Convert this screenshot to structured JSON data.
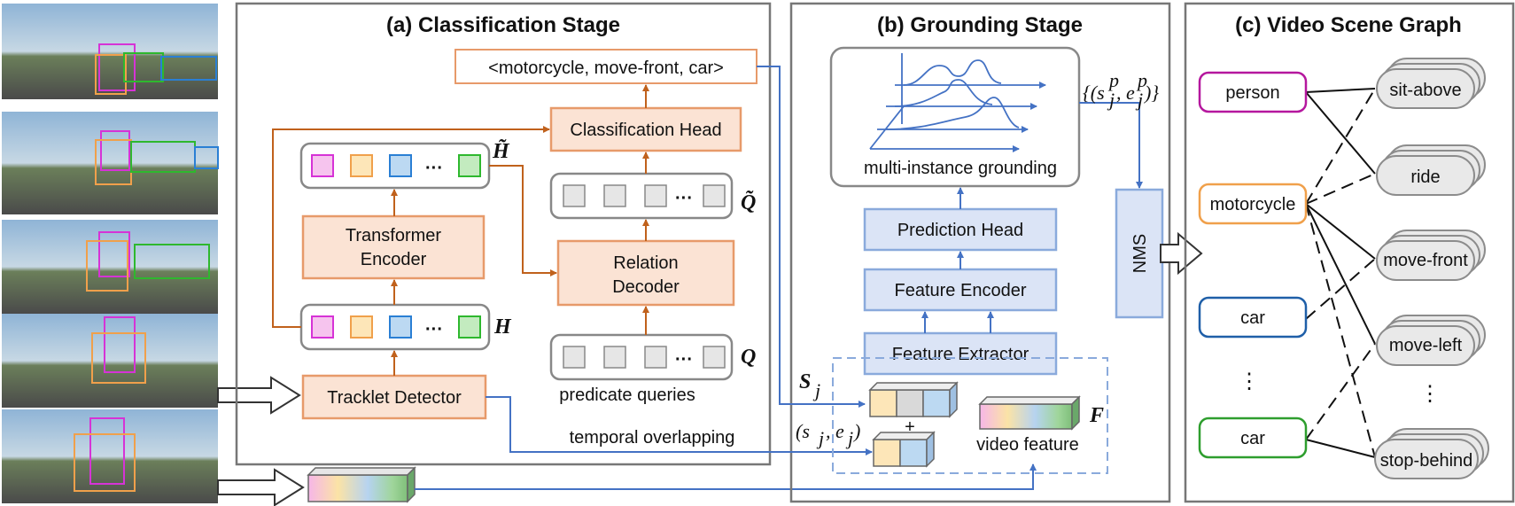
{
  "panels": {
    "classification": {
      "title": "(a) Classification Stage"
    },
    "grounding": {
      "title": "(b) Grounding Stage"
    },
    "scene_graph": {
      "title": "(c) Video Scene Graph"
    }
  },
  "classification": {
    "triplet": "<motorcycle, move-front, car>",
    "head": "Classification Head",
    "encoder_line1": "Transformer",
    "encoder_line2": "Encoder",
    "decoder_line1": "Relation",
    "decoder_line2": "Decoder",
    "tracklet_detector": "Tracklet Detector",
    "predicate_queries": "predicate queries",
    "temporal_overlapping": "temporal overlapping",
    "ellipsis": "···",
    "symbols": {
      "H": "H",
      "H_tilde": "H̃",
      "Q": "Q",
      "Q_tilde": "Q̃"
    }
  },
  "grounding": {
    "multi_instance": "multi-instance grounding",
    "prediction_head": "Prediction Head",
    "feature_encoder": "Feature Encoder",
    "feature_extractor": "Feature Extractor",
    "nms": "NMS",
    "video_feature": "video feature",
    "plus": "+",
    "symbols": {
      "S": "S",
      "S_sub": "j",
      "se": "(s",
      "se_mid": ", e",
      "se_end": ")",
      "F": "F",
      "set": "{(s",
      "set_mid": ", e",
      "set_end": ")}",
      "p": "p",
      "j": "j"
    }
  },
  "scene_graph": {
    "entities": [
      "person",
      "motorcycle",
      "car",
      "car"
    ],
    "entity_colors": [
      "#b5179e",
      "#f0a04b",
      "#1f5fa8",
      "#2e9e2e"
    ],
    "predicates": [
      "sit-above",
      "ride",
      "move-front",
      "move-left",
      "stop-behind"
    ],
    "vdots": "⋮"
  },
  "colors": {
    "orange_fill": "#fbe3d4",
    "orange_stroke": "#e79a6a",
    "orange_arrow": "#c0611c",
    "blue_fill": "#dbe4f6",
    "blue_stroke": "#8aaadc",
    "blue_arrow": "#4472c4",
    "gray_fill": "#e9e9e9",
    "gray_stroke": "#8c8c8c"
  }
}
